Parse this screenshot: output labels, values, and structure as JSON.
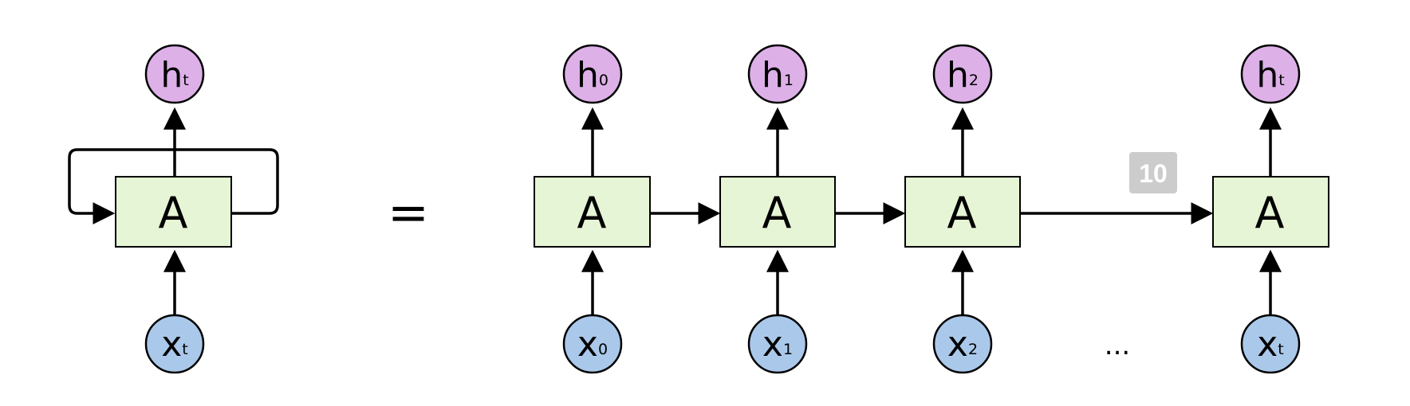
{
  "colors": {
    "cell_fill": "#e6f5d5",
    "output_fill": "#ddb0e8",
    "input_fill": "#aac8ea",
    "stroke": "#000000",
    "badge_fill": "#cccccc",
    "badge_text": "#ffffff"
  },
  "rolled": {
    "cell_label": "A",
    "output": {
      "main": "h",
      "sub": "t"
    },
    "input": {
      "main": "x",
      "sub": "t"
    }
  },
  "equals_sign": "=",
  "unrolled": [
    {
      "cell_label": "A",
      "output": {
        "main": "h",
        "sub": "0"
      },
      "input": {
        "main": "x",
        "sub": "0"
      }
    },
    {
      "cell_label": "A",
      "output": {
        "main": "h",
        "sub": "1"
      },
      "input": {
        "main": "x",
        "sub": "1"
      }
    },
    {
      "cell_label": "A",
      "output": {
        "main": "h",
        "sub": "2"
      },
      "input": {
        "main": "x",
        "sub": "2"
      }
    },
    {
      "cell_label": "A",
      "output": {
        "main": "h",
        "sub": "t"
      },
      "input": {
        "main": "x",
        "sub": "t"
      }
    }
  ],
  "ellipsis": "...",
  "badge": "10"
}
